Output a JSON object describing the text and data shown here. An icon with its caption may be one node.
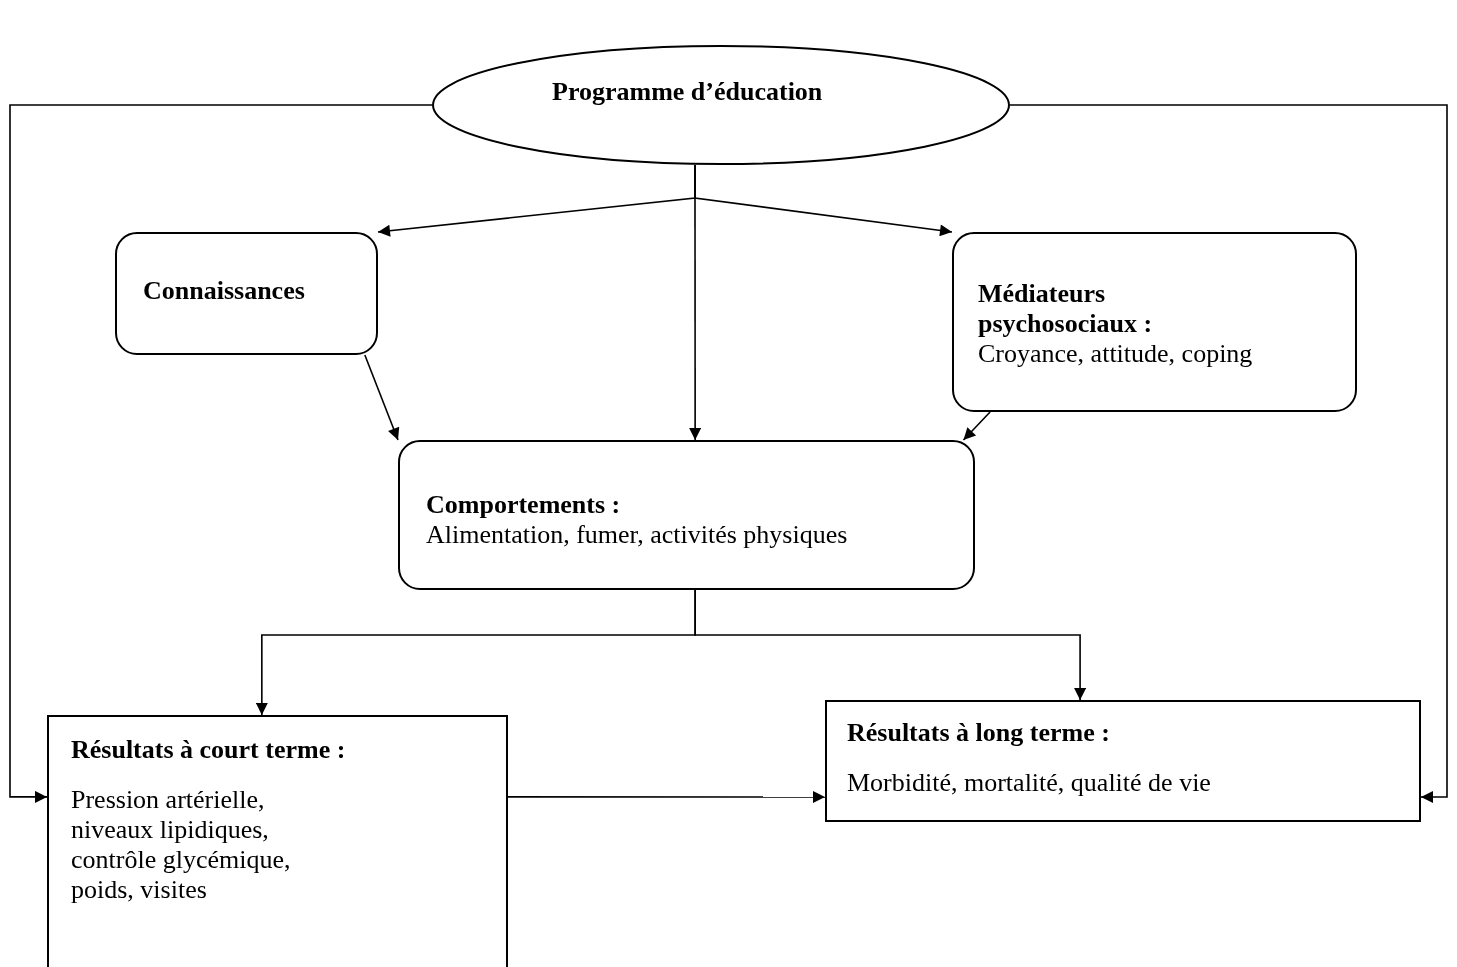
{
  "diagram": {
    "nodes": [
      {
        "text": [
          "Programme d’éducation"
        ]
      },
      {
        "text": [
          "Connaissances"
        ]
      },
      {
        "text": [
          "Médiateurs psychosociaux :",
          "Croyance, attitude, coping"
        ]
      },
      {
        "text": [
          "Comportements :",
          "Alimentation, fumer, activités physiques"
        ]
      },
      {
        "text": [
          "Résultats à court terme :",
          "Pression artérielle, niveaux lipidiques, contrôle glycémique, poids, visites"
        ]
      },
      {
        "text": [
          "Résultats à long terme :",
          "Morbidité, mortalité, qualité de vie"
        ]
      }
    ],
    "edges": [
      {
        "from": 0,
        "to": 1,
        "arrow": "to"
      },
      {
        "from": 0,
        "to": 3,
        "arrow": "to"
      },
      {
        "from": 0,
        "to": 2,
        "arrow": "to"
      },
      {
        "from": 1,
        "to": 3,
        "arrow": "to"
      },
      {
        "from": 2,
        "to": 3,
        "arrow": "to"
      },
      {
        "from": 3,
        "to": 4,
        "arrow": "to"
      },
      {
        "from": 3,
        "to": 5,
        "arrow": "to"
      },
      {
        "from": 0,
        "to": 4,
        "arrow": "to"
      },
      {
        "from": 0,
        "to": 5,
        "arrow": "to"
      },
      {
        "from": 4,
        "to": 5,
        "arrow": "to"
      }
    ]
  }
}
